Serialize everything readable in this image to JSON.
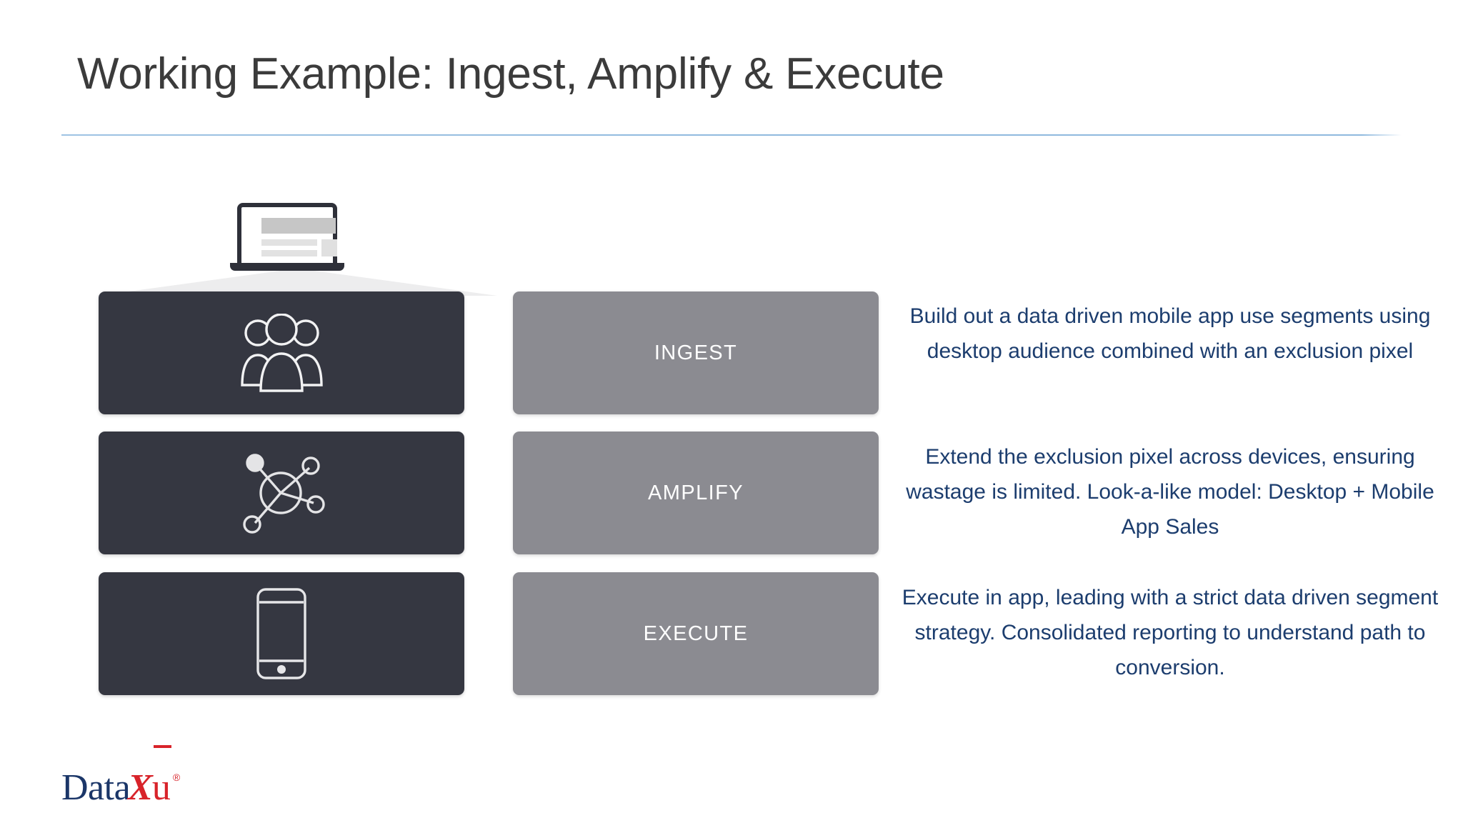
{
  "slide": {
    "title": "Working Example: Ingest, Amplify & Execute",
    "accent_rule_color": "#8fb9de",
    "background_color": "#ffffff"
  },
  "colors": {
    "dark_box": "#353741",
    "gray_box": "#8b8b91",
    "body_text": "#1c3d6e",
    "title_text": "#3b3b3b",
    "logo_navy": "#1b3668",
    "logo_red": "#d8232a"
  },
  "source_device": {
    "icon": "laptop-icon",
    "label": ""
  },
  "rows": [
    {
      "icon": "people-group-icon",
      "stage_label": "INGEST",
      "description": "Build out a data driven mobile app use segments using desktop audience combined with an exclusion pixel"
    },
    {
      "icon": "network-nodes-icon",
      "stage_label": "AMPLIFY",
      "description": "Extend the exclusion pixel across devices, ensuring wastage is limited. Look-a-like model: Desktop + Mobile App Sales"
    },
    {
      "icon": "mobile-phone-icon",
      "stage_label": "EXECUTE",
      "description": "Execute in app, leading with a strict data driven segment strategy. Consolidated reporting to understand path to conversion."
    }
  ],
  "logo": {
    "part_navy": "Data",
    "part_x": "X",
    "part_u": "u",
    "registered_mark": "®"
  }
}
